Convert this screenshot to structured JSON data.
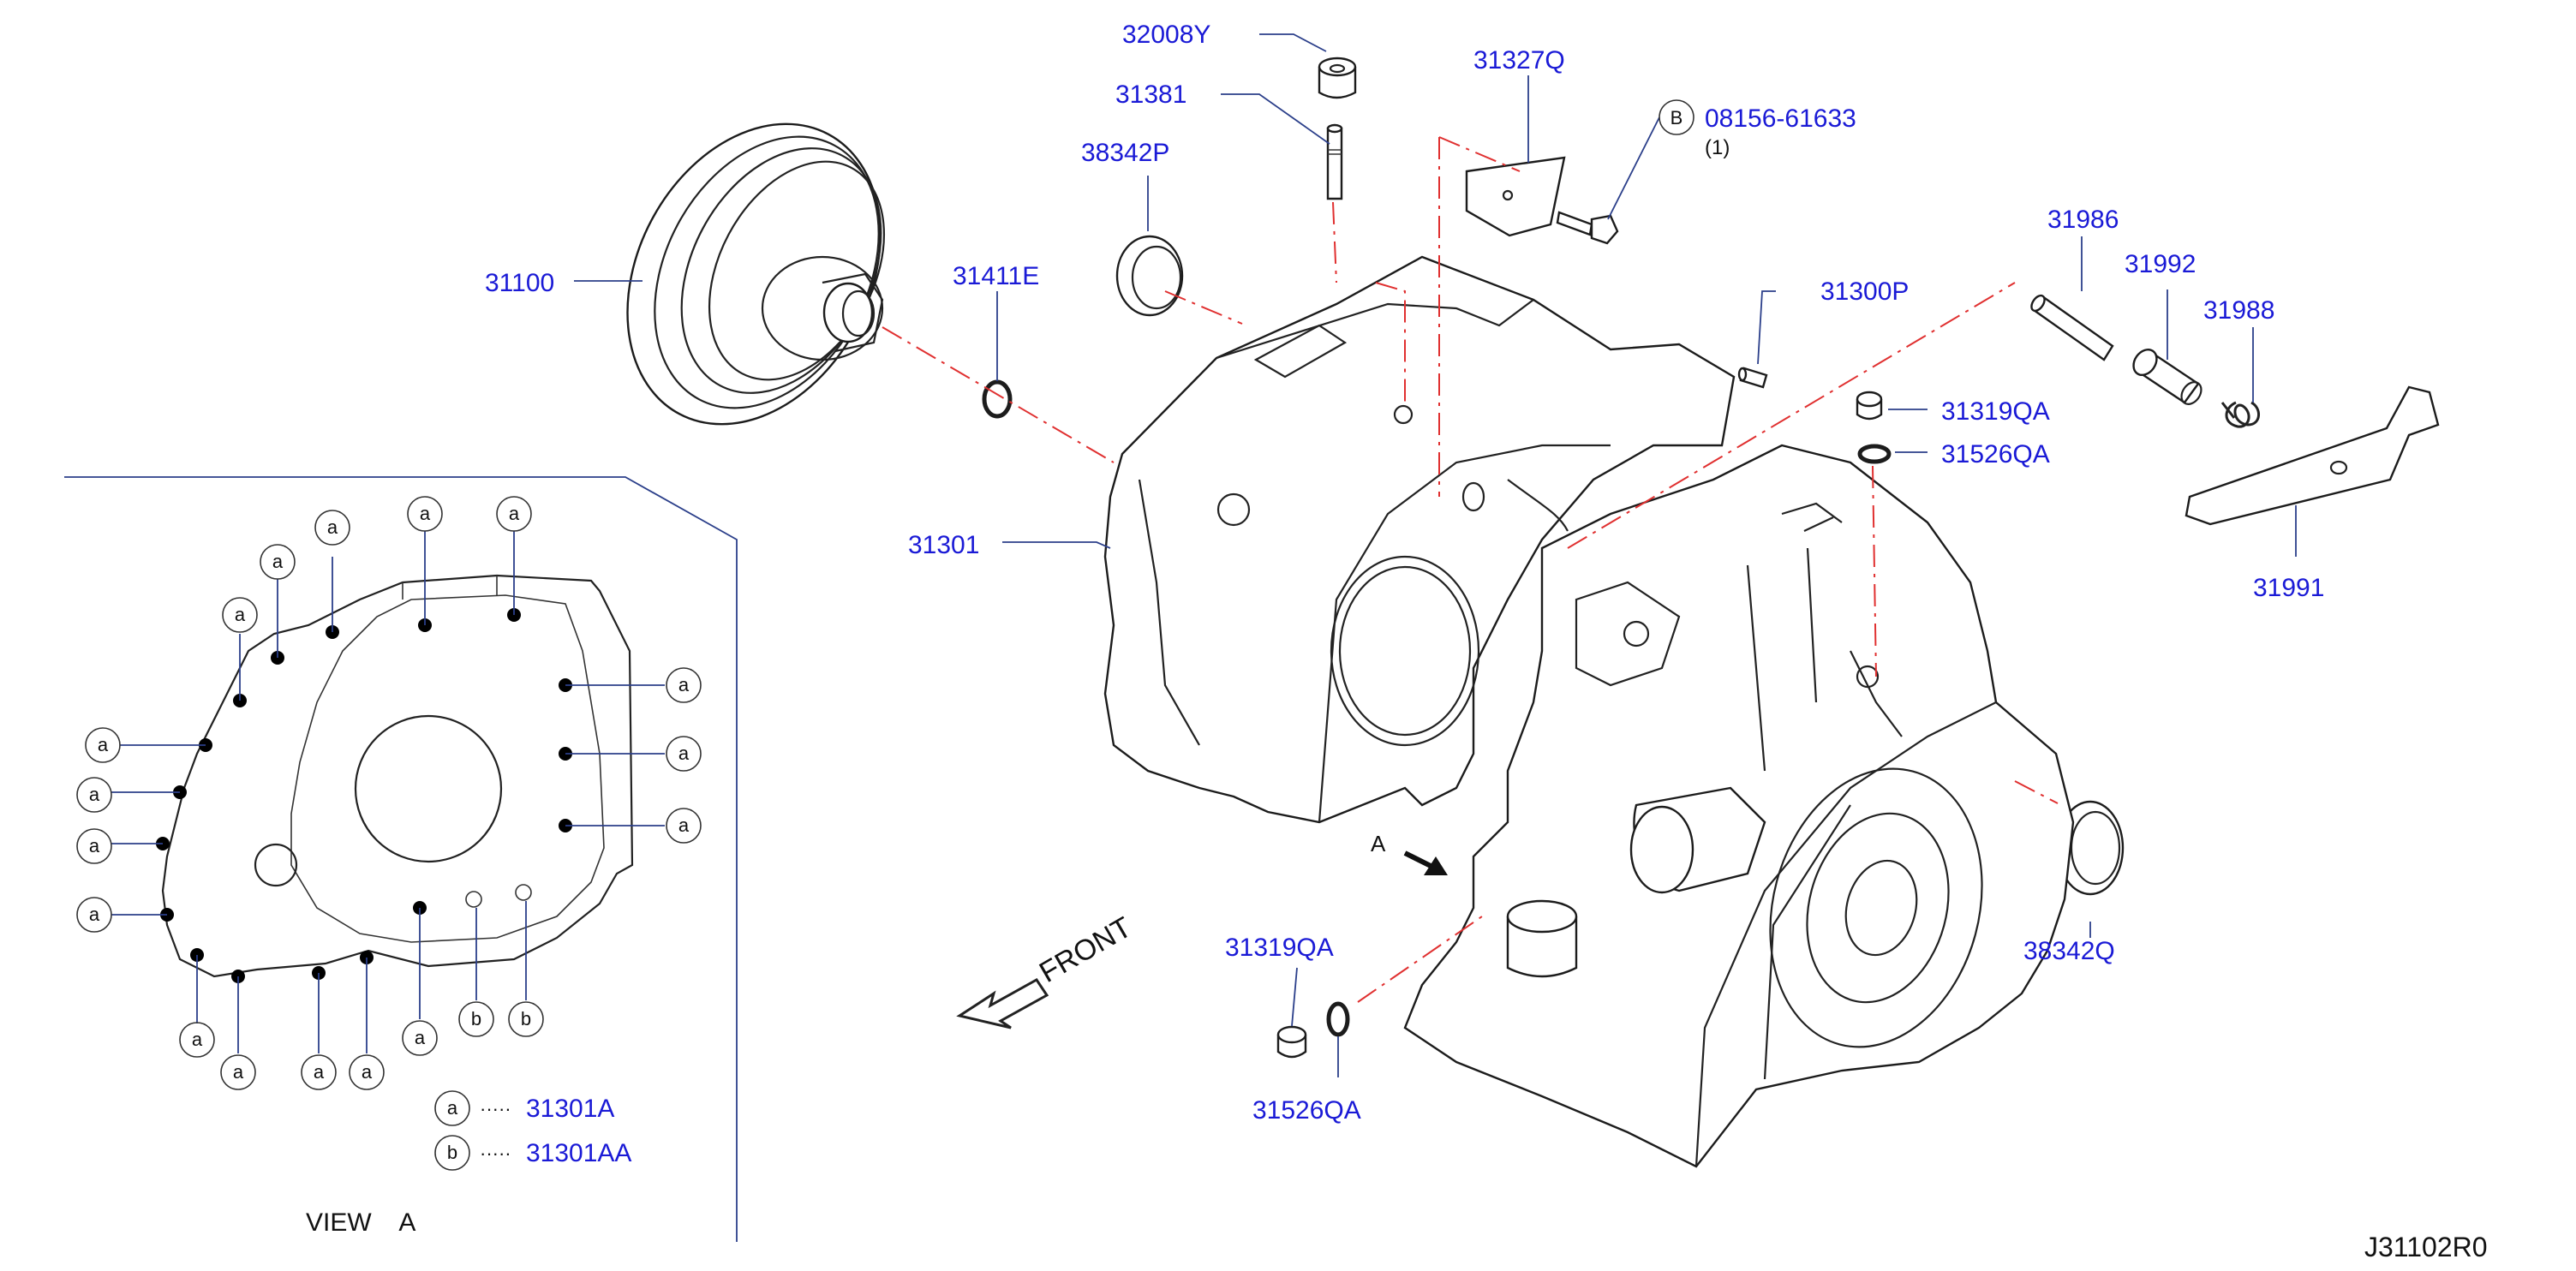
{
  "diagram_id": "J31102R0",
  "view_label": "VIEW    A",
  "front_label": "FRONT",
  "arrow_label": "A",
  "parts": {
    "p31100": "31100",
    "p31411E": "31411E",
    "p38342P": "38342P",
    "p32008Y": "32008Y",
    "p31381": "31381",
    "p31327Q": "31327Q",
    "p08156": "08156-61633",
    "p08156_qty": "(1)",
    "p08156_marker": "B",
    "p31300P": "31300P",
    "p31986": "31986",
    "p31992": "31992",
    "p31988": "31988",
    "p31319QA_top": "31319QA",
    "p31526QA_top": "31526QA",
    "p31991": "31991",
    "p31301": "31301",
    "p38342Q": "38342Q",
    "p31319QA_bot": "31319QA",
    "p31526QA_bot": "31526QA"
  },
  "callout_letter_a": "a",
  "callout_letter_b": "b",
  "legend": [
    {
      "marker": "a",
      "dots": "·····",
      "part": "31301A"
    },
    {
      "marker": "b",
      "dots": "·····",
      "part": "31301AA"
    }
  ]
}
